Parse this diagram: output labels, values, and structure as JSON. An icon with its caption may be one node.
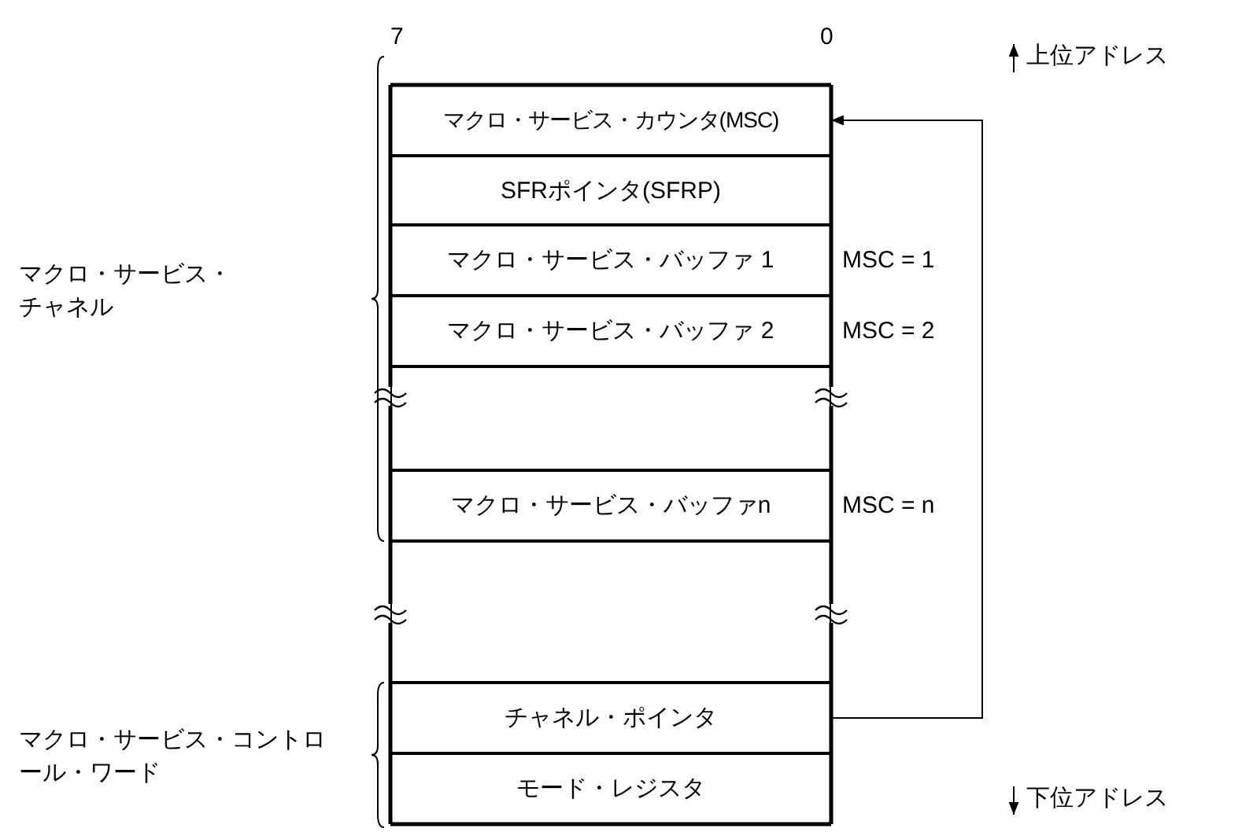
{
  "diagram": {
    "nodes": [
      {
        "text": [
          "マクロ・サービス・カウンタ(MSC)"
        ]
      },
      {
        "text": [
          "SFRポインタ(SFRP)"
        ]
      },
      {
        "text": [
          "マクロ・サービス・バッファ 1"
        ],
        "beside": [
          "MSC = 1"
        ]
      },
      {
        "text": [
          "マクロ・サービス・バッファ 2"
        ],
        "beside": [
          "MSC = 2"
        ]
      },
      {
        "text": [],
        "shape": "box"
      },
      {
        "text": [
          "マクロ・サービス・バッファn"
        ],
        "beside": [
          "MSC = n"
        ]
      },
      {
        "text": [],
        "shape": "box"
      },
      {
        "text": [
          "チャネル・ポインタ"
        ]
      },
      {
        "text": [
          "モード・レジスタ"
        ]
      }
    ],
    "edges": [
      {
        "from": 7,
        "to": 0,
        "arrow": "to"
      }
    ],
    "labels": [
      "7",
      "0",
      "上位アドレス",
      "マクロ・サービス・チャネル",
      "マクロ・サービス・コントロール・ワード",
      "下位アドレス"
    ]
  }
}
